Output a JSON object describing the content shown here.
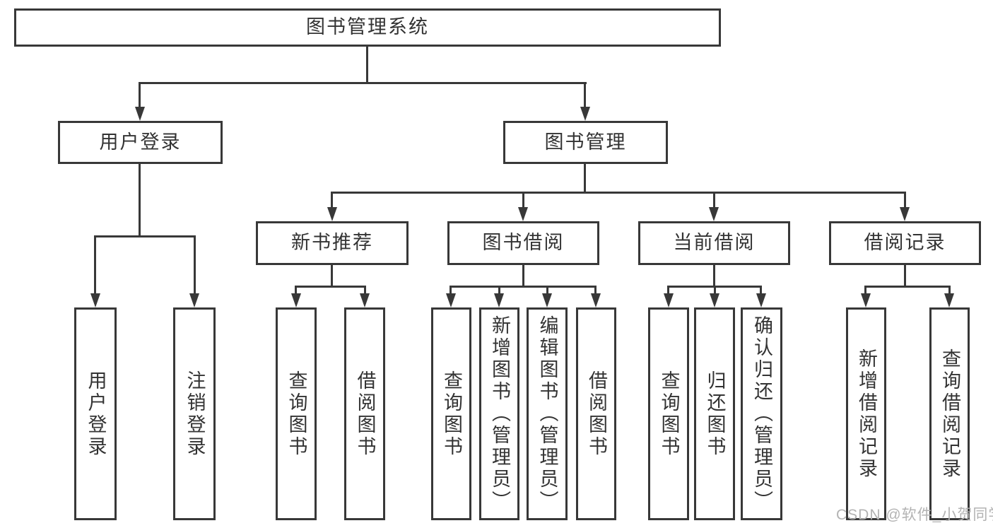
{
  "diagram": {
    "type": "hierarchy-tree",
    "nodes": {
      "root": {
        "label": "图书管理系统"
      },
      "user_login": {
        "label": "用户登录"
      },
      "book_mgmt": {
        "label": "图书管理"
      },
      "new_book_rec": {
        "label": "新书推荐"
      },
      "book_borrow": {
        "label": "图书借阅"
      },
      "current_borrow": {
        "label": "当前借阅"
      },
      "borrow_records": {
        "label": "借阅记录"
      },
      "leaf_user_login": {
        "label": "用户登录"
      },
      "leaf_logout": {
        "label": "注销登录"
      },
      "leaf_nbr_query": {
        "label": "查询图书"
      },
      "leaf_nbr_borrow": {
        "label": "借阅图书"
      },
      "leaf_bb_query": {
        "label": "查询图书"
      },
      "leaf_bb_add": {
        "label": "新增图书（管理员）"
      },
      "leaf_bb_edit": {
        "label": "编辑图书（管理员）"
      },
      "leaf_bb_borrow": {
        "label": "借阅图书"
      },
      "leaf_cb_query": {
        "label": "查询图书"
      },
      "leaf_cb_return": {
        "label": "归还图书"
      },
      "leaf_cb_confirm": {
        "label": "确认归还（管理员）"
      },
      "leaf_br_add": {
        "label": "新增借阅记录"
      },
      "leaf_br_query": {
        "label": "查询借阅记录"
      }
    },
    "hierarchy": {
      "图书管理系统": {
        "用户登录": [
          "用户登录",
          "注销登录"
        ],
        "图书管理": {
          "新书推荐": [
            "查询图书",
            "借阅图书"
          ],
          "图书借阅": [
            "查询图书",
            "新增图书（管理员）",
            "编辑图书（管理员）",
            "借阅图书"
          ],
          "当前借阅": [
            "查询图书",
            "归还图书",
            "确认归还（管理员）"
          ],
          "借阅记录": [
            "新增借阅记录",
            "查询借阅记录"
          ]
        }
      }
    }
  },
  "watermark": "CSDN @软件_小贺同学",
  "colors": {
    "line": "#383838",
    "text": "#333333",
    "watermark": "#b3b3b3",
    "background": "#ffffff"
  }
}
